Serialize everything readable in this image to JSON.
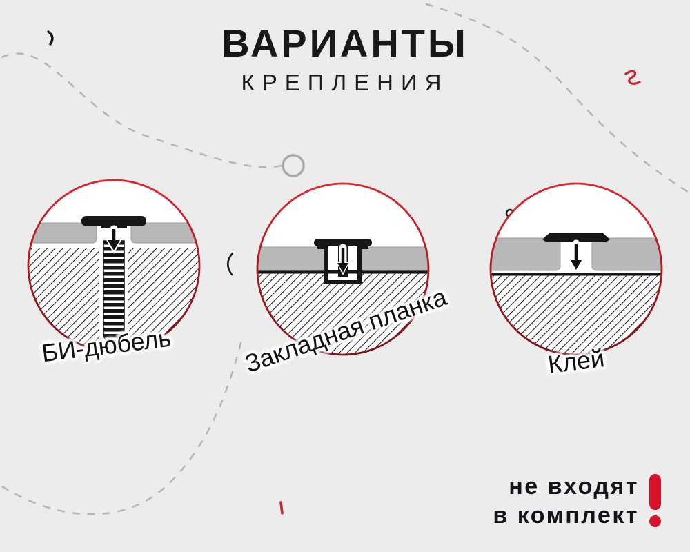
{
  "title": {
    "line1": "ВАРИАНТЫ",
    "line2": "КРЕПЛЕНИЯ"
  },
  "options": [
    {
      "id": "bi-dowel",
      "label": "БИ-дюбель"
    },
    {
      "id": "mounting-strip",
      "label": "Закладная планка"
    },
    {
      "id": "glue",
      "label": "Клей"
    }
  ],
  "disclaimer": {
    "line1": "не входят",
    "line2": "в комплект",
    "icon": "exclamation-mark"
  },
  "colors": {
    "background": "#ececec",
    "accent_red": "#d6132b",
    "ring_top": "#e0232d",
    "ring_bottom": "#7d1018",
    "panel_gray": "#b8b8b8",
    "ink": "#161616",
    "dashed_line": "#b5b5b5"
  }
}
